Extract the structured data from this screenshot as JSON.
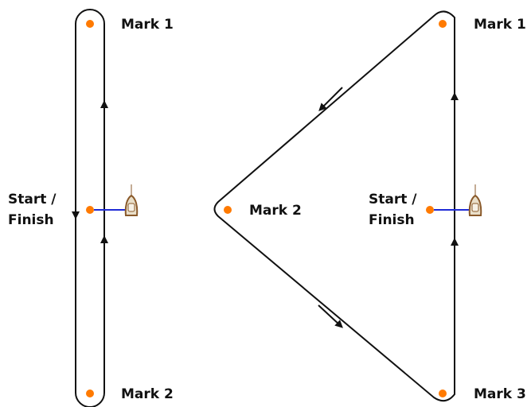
{
  "colors": {
    "course_line": "#111111",
    "mark_fill": "#ff7a00",
    "start_line": "#1f2bd6",
    "boat_hull": "#e9dfc9",
    "boat_outline": "#8a5a2b"
  },
  "left_course": {
    "mark_top_label": "Mark 1",
    "mark_bottom_label": "Mark 2",
    "start_label_line1": "Start /",
    "start_label_line2": "Finish"
  },
  "right_course": {
    "mark_top_label": "Mark 1",
    "mark_middle_label": "Mark 2",
    "mark_bottom_label": "Mark 3",
    "start_label_line1": "Start /",
    "start_label_line2": "Finish"
  }
}
